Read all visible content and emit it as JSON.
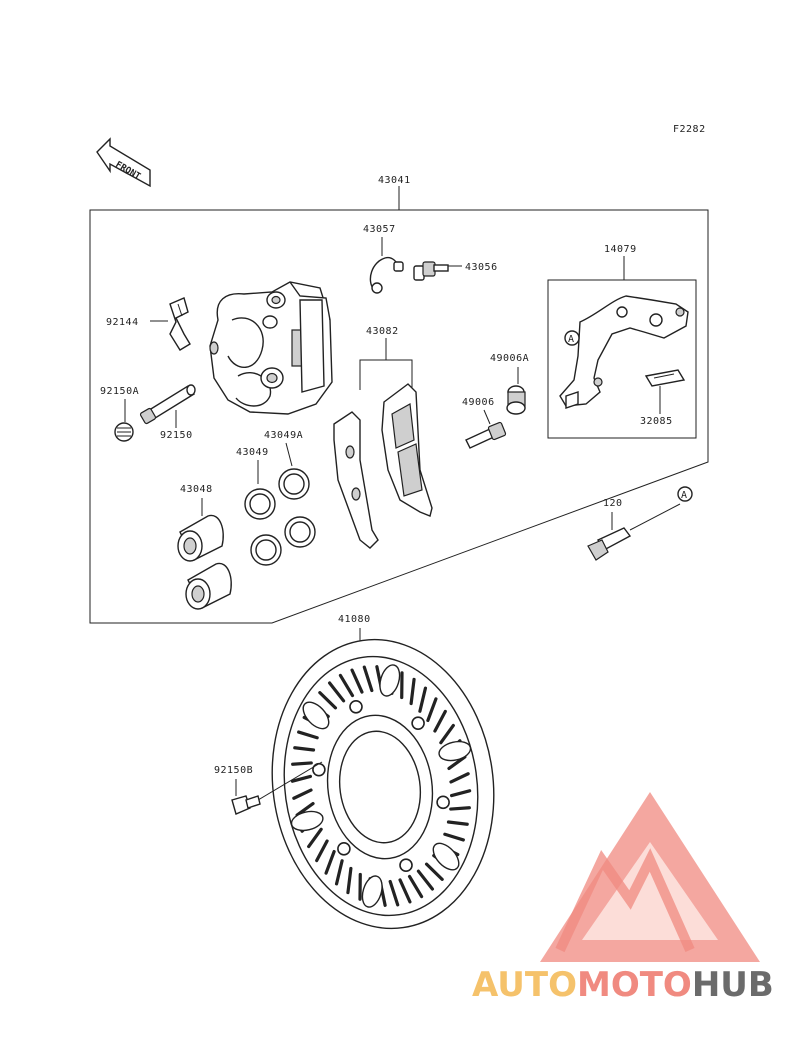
{
  "figure_code": "F2282",
  "front_badge": "FRONT",
  "labels": {
    "l43041": "43041",
    "l43057": "43057",
    "l43056": "43056",
    "l14079": "14079",
    "l92144": "92144",
    "l43082": "43082",
    "l49006A": "49006A",
    "l92150A": "92150A",
    "l92150": "92150",
    "l49006": "49006",
    "l43049A": "43049A",
    "l43049": "43049",
    "l43048": "43048",
    "l32085": "32085",
    "l120": "120",
    "l41080": "41080",
    "l92150B": "92150B",
    "refA1": "A",
    "refA2": "A"
  },
  "watermark": {
    "part1": "AUTO",
    "part2": "MOTO",
    "part3": "HUB",
    "color1": "#f5c26b",
    "color2": "#f08a80",
    "color3": "#6b6b6b",
    "logo_color": "#f08a80",
    "logo_inner": "#fde3de"
  }
}
